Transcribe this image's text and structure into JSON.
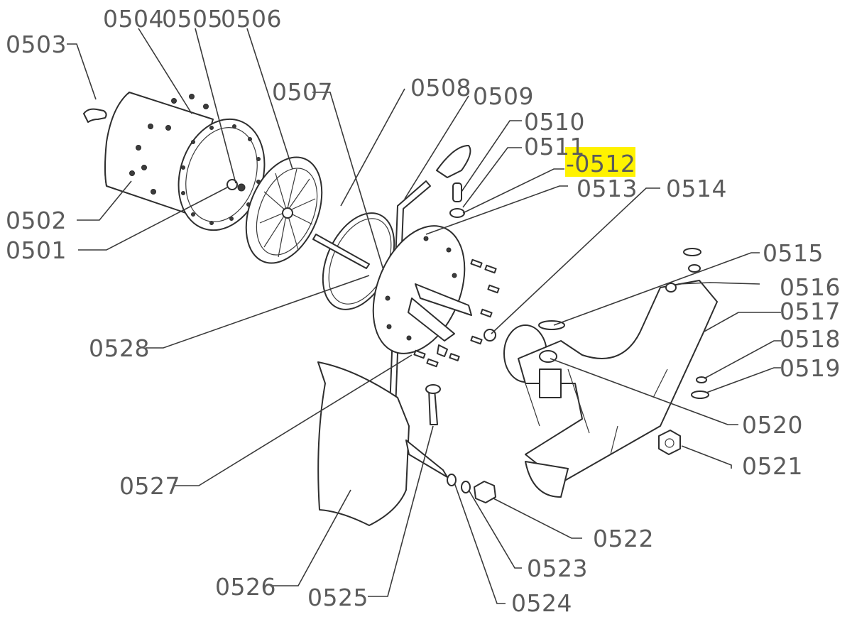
{
  "diagram": {
    "highlight_color": "#fff200",
    "highlighted_label": "0512",
    "labels": [
      {
        "id": "0501",
        "text": "0501"
      },
      {
        "id": "0502",
        "text": "0502"
      },
      {
        "id": "0503",
        "text": "0503"
      },
      {
        "id": "0504",
        "text": "0504"
      },
      {
        "id": "0505",
        "text": "0505"
      },
      {
        "id": "0506",
        "text": "0506"
      },
      {
        "id": "0507",
        "text": "0507"
      },
      {
        "id": "0508",
        "text": "0508"
      },
      {
        "id": "0509",
        "text": "0509"
      },
      {
        "id": "0510",
        "text": "0510"
      },
      {
        "id": "0511",
        "text": "0511"
      },
      {
        "id": "0512",
        "text": "-0512"
      },
      {
        "id": "0513",
        "text": "0513"
      },
      {
        "id": "0514",
        "text": "0514"
      },
      {
        "id": "0515",
        "text": "0515"
      },
      {
        "id": "0516",
        "text": "0516"
      },
      {
        "id": "0517",
        "text": "0517"
      },
      {
        "id": "0518",
        "text": "0518"
      },
      {
        "id": "0519",
        "text": "0519"
      },
      {
        "id": "0520",
        "text": "0520"
      },
      {
        "id": "0521",
        "text": "0521"
      },
      {
        "id": "0522",
        "text": "0522"
      },
      {
        "id": "0523",
        "text": "0523"
      },
      {
        "id": "0524",
        "text": "0524"
      },
      {
        "id": "0525",
        "text": "0525"
      },
      {
        "id": "0526",
        "text": "0526"
      },
      {
        "id": "0527",
        "text": "0527"
      },
      {
        "id": "0528",
        "text": "0528"
      }
    ]
  }
}
